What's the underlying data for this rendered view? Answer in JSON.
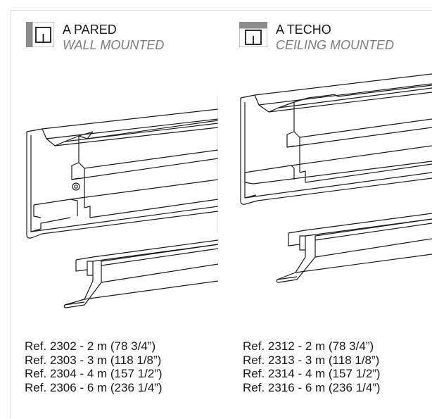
{
  "wall": {
    "icon": "wall-mount-icon",
    "title": "A PARED",
    "subtitle": "WALL MOUNTED",
    "refs": [
      "Ref. 2302 - 2 m (78 3/4”)",
      "Ref. 2303 - 3 m (118 1/8”)",
      "Ref. 2304 - 4 m (157 1/2”)",
      "Ref. 2306 - 6 m (236 1/4”)"
    ]
  },
  "ceiling": {
    "icon": "ceiling-mount-icon",
    "title": "A TECHO",
    "subtitle": "CEILING MOUNTED",
    "refs": [
      "Ref. 2312 - 2 m (78 3/4”)",
      "Ref. 2313 - 3 m (118 1/8”)",
      "Ref. 2314 - 4 m (157 1/2”)",
      "Ref. 2316 - 6 m (236 1/4”)"
    ]
  },
  "colors": {
    "frame": "#d9d9d9",
    "icon_fill": "#8c8c8c",
    "subtitle": "#7d7d7d",
    "text": "#1a1a1a"
  }
}
